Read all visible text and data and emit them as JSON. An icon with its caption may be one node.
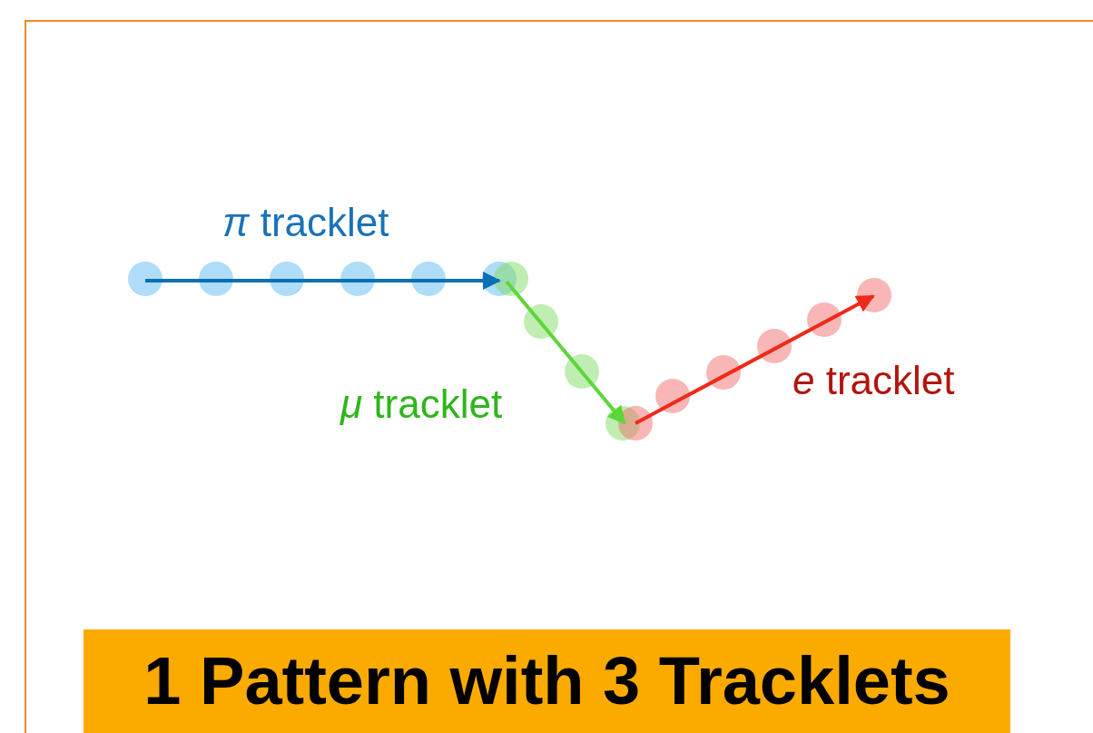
{
  "diagram": {
    "title": "1 Pattern with 3 Tracklets",
    "labels": [
      "*π* tracklet",
      "*μ* tracklet",
      "*e* tracklet"
    ]
  }
}
